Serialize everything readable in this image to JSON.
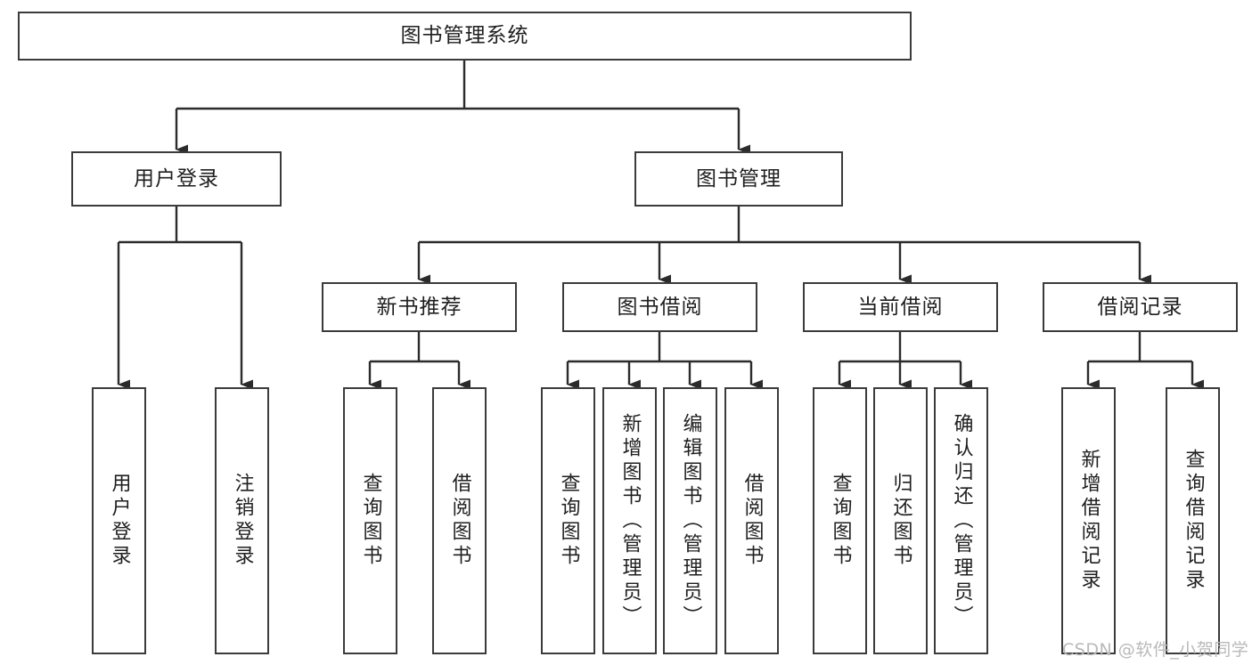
{
  "diagram": {
    "title": "图书管理系统",
    "type": "hierarchy-tree",
    "style": {
      "box_fill": "#ffffff",
      "box_border": "#3b3b3b",
      "connector": "#2b2b2b",
      "text": "#1f1f1f",
      "background": "#ffffff",
      "watermark_color": "#b9b9b9"
    },
    "nodes": {
      "root": {
        "label": "图书管理系统"
      },
      "level2": [
        {
          "label": "用户登录"
        },
        {
          "label": "图书管理"
        }
      ],
      "level3": [
        {
          "label": "新书推荐"
        },
        {
          "label": "图书借阅"
        },
        {
          "label": "当前借阅"
        },
        {
          "label": "借阅记录"
        }
      ],
      "leaves": {
        "user_login": [
          {
            "label": "用户登录"
          },
          {
            "label": "注销登录"
          }
        ],
        "new_book_recommend": [
          {
            "label": "查询图书"
          },
          {
            "label": "借阅图书"
          }
        ],
        "book_borrow": [
          {
            "label": "查询图书"
          },
          {
            "label": "新增图书（管理员）"
          },
          {
            "label": "编辑图书（管理员）"
          },
          {
            "label": "借阅图书"
          }
        ],
        "current_borrow": [
          {
            "label": "查询图书"
          },
          {
            "label": "归还图书"
          },
          {
            "label": "确认归还（管理员）"
          }
        ],
        "borrow_records": [
          {
            "label": "新增借阅记录"
          },
          {
            "label": "查询借阅记录"
          }
        ]
      }
    },
    "watermark": "CSDN @软件_小贺同学"
  }
}
